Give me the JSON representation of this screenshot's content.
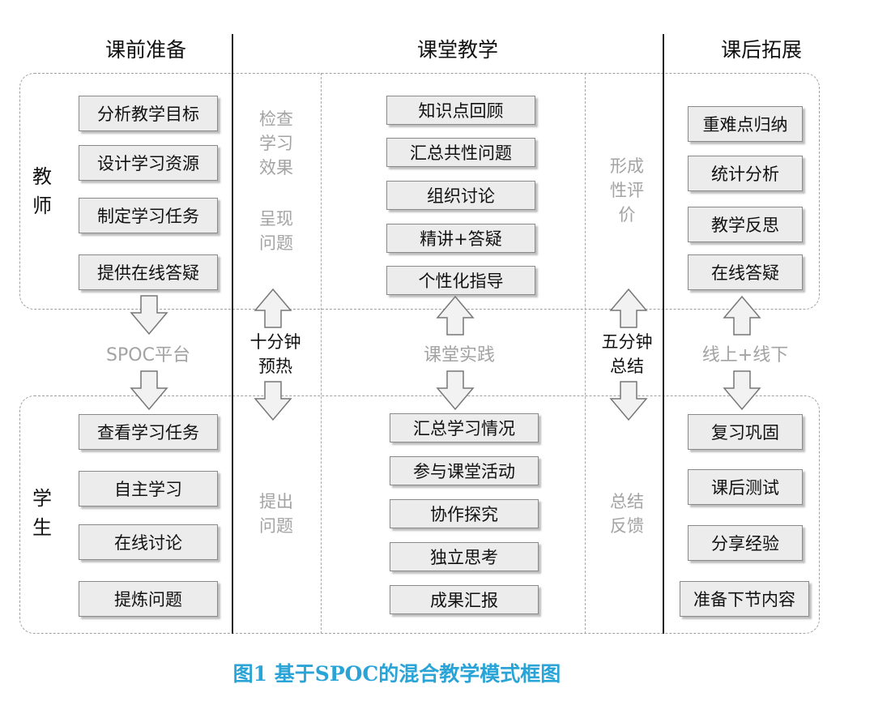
{
  "columns": {
    "pre": "课前准备",
    "class": "课堂教学",
    "post": "课后拓展"
  },
  "rows": {
    "teacher": "教\n师",
    "student": "学\n生"
  },
  "teacher": {
    "pre": [
      "分析教学目标",
      "设计学习资源",
      "制定学习任务",
      "提供在线答疑"
    ],
    "class": [
      "知识点回顾",
      "汇总共性问题",
      "组织讨论",
      "精讲+答疑",
      "个性化指导"
    ],
    "post": [
      "重难点归纳",
      "统计分析",
      "教学反思",
      "在线答疑"
    ]
  },
  "student": {
    "pre": [
      "查看学习任务",
      "自主学习",
      "在线讨论",
      "提炼问题"
    ],
    "class": [
      "汇总学习情况",
      "参与课堂活动",
      "协作探究",
      "独立思考",
      "成果汇报"
    ],
    "post": [
      "复习巩固",
      "课后测试",
      "分享经验",
      "准备下节内容"
    ]
  },
  "side_notes": {
    "check": "检查\n学习\n效果",
    "present": "呈现\n问题",
    "raise": "提出\n问题",
    "formative": "形成\n性评\n价",
    "feedback": "总结\n反馈"
  },
  "connectors": {
    "platform": "SPOC平台",
    "warmup": "十分钟\n预热",
    "practice": "课堂实践",
    "summary": "五分钟\n总结",
    "online": "线上+线下"
  },
  "caption": "图1 基于SPOC的混合教学模式框图"
}
